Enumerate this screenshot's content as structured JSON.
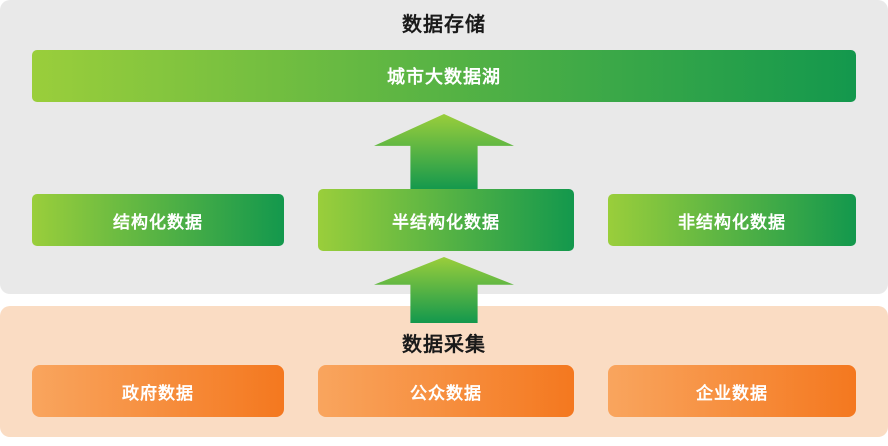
{
  "storage": {
    "title": "数据存储",
    "lake_label": "城市大数据湖",
    "bars": [
      {
        "label": "结构化数据"
      },
      {
        "label": "半结构化数据"
      },
      {
        "label": "非结构化数据"
      }
    ]
  },
  "collection": {
    "title": "数据采集",
    "bars": [
      {
        "label": "政府数据"
      },
      {
        "label": "公众数据"
      },
      {
        "label": "企业数据"
      }
    ]
  },
  "icons": {
    "arrow_up_1": "up-arrow",
    "arrow_up_2": "up-arrow"
  },
  "colors": {
    "green_light": "#9ace3b",
    "green_dark": "#13984d",
    "orange_light": "#f9a55e",
    "orange_dark": "#f4781f",
    "storage_bg": "#e9e9e9",
    "collection_bg": "#fadcc3",
    "title_text": "#1a1a1a",
    "bar_text": "#ffffff"
  }
}
